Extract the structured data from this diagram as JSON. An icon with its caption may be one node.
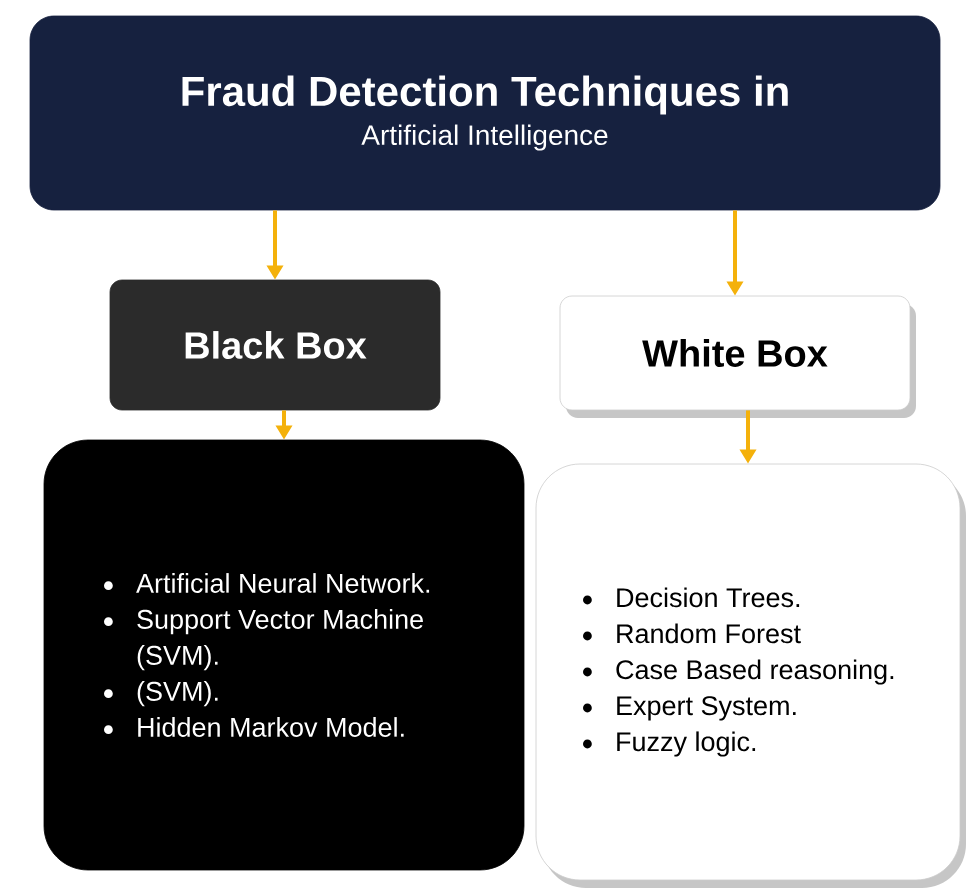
{
  "diagram": {
    "nodes": [
      {
        "text": [
          "Fraud Detection Techniques in",
          "Artificial Intelligence"
        ]
      },
      {
        "text": [
          "Black Box"
        ]
      },
      {
        "text": [
          "White Box"
        ]
      },
      {
        "text": [
          "Artificial Neural Network.",
          "Support Vector Machine (SVM).",
          "(SVM).",
          "Hidden Markov Model."
        ]
      },
      {
        "text": [
          "Decision Trees.",
          "Random Forest",
          "Case Based reasoning.",
          "Expert System.",
          "Fuzzy logic."
        ]
      }
    ],
    "edges": [
      {
        "from": 0,
        "to": 1,
        "arrow": "to"
      },
      {
        "from": 0,
        "to": 2,
        "arrow": "to"
      },
      {
        "from": 1,
        "to": 3,
        "arrow": "to"
      },
      {
        "from": 2,
        "to": 4,
        "arrow": "to"
      }
    ]
  }
}
